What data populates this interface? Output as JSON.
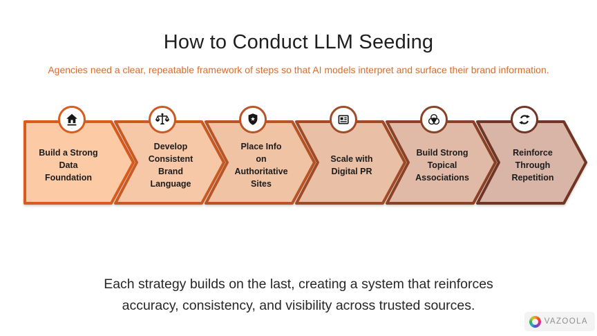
{
  "header": {
    "title": "How to Conduct LLM Seeding",
    "subtitle": "Agencies need a clear, repeatable framework of steps so that AI models interpret and surface their brand information.",
    "subtitle_color": "#DC6A28"
  },
  "flow": {
    "steps": [
      {
        "lines": [
          "Build a Strong",
          "Data",
          "Foundation"
        ],
        "icon": "home-icon",
        "fill": "#FCCBA6",
        "border": "#D95B1D"
      },
      {
        "lines": [
          "Develop",
          "Consistent",
          "Brand",
          "Language"
        ],
        "icon": "scales-icon",
        "fill": "#F7C8A7",
        "border": "#CA5A22"
      },
      {
        "lines": [
          "Place Info",
          "on",
          "Authoritative",
          "Sites"
        ],
        "icon": "shield-star-icon",
        "fill": "#F1C3A5",
        "border": "#B85425"
      },
      {
        "lines": [
          "Scale with",
          "Digital PR"
        ],
        "icon": "newspaper-icon",
        "fill": "#E9BFA6",
        "border": "#A04A26"
      },
      {
        "lines": [
          "Build Strong",
          "Topical",
          "Associations"
        ],
        "icon": "network-icon",
        "fill": "#E0BAA7",
        "border": "#8A4126"
      },
      {
        "lines": [
          "Reinforce",
          "Through",
          "Repetition"
        ],
        "icon": "refresh-icon",
        "fill": "#D8B5A7",
        "border": "#703524"
      }
    ]
  },
  "footer": {
    "lines": [
      "Each strategy builds on the last, creating a system that reinforces",
      "accuracy, consistency, and visibility across trusted sources."
    ]
  },
  "brand": {
    "name": "VAZOOLA",
    "ring_colors": [
      "#f59b1e",
      "#ef4e23",
      "#e9258b",
      "#9b3dbb",
      "#4e55c8",
      "#27a8d8",
      "#35b44a",
      "#a6cf39",
      "#f59b1e"
    ]
  }
}
